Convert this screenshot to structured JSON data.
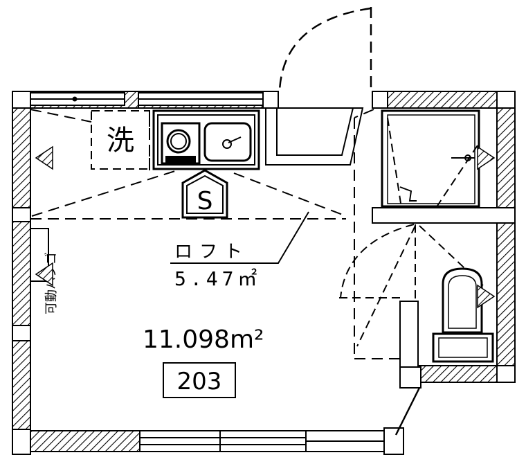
{
  "plan": {
    "washer_label": "洗",
    "storage_label": "S",
    "loft_label": "ロフト",
    "loft_area": "5.47㎡",
    "room_area": "11.098m²",
    "room_number": "203",
    "ladder_label": "可動ハシゴ"
  }
}
